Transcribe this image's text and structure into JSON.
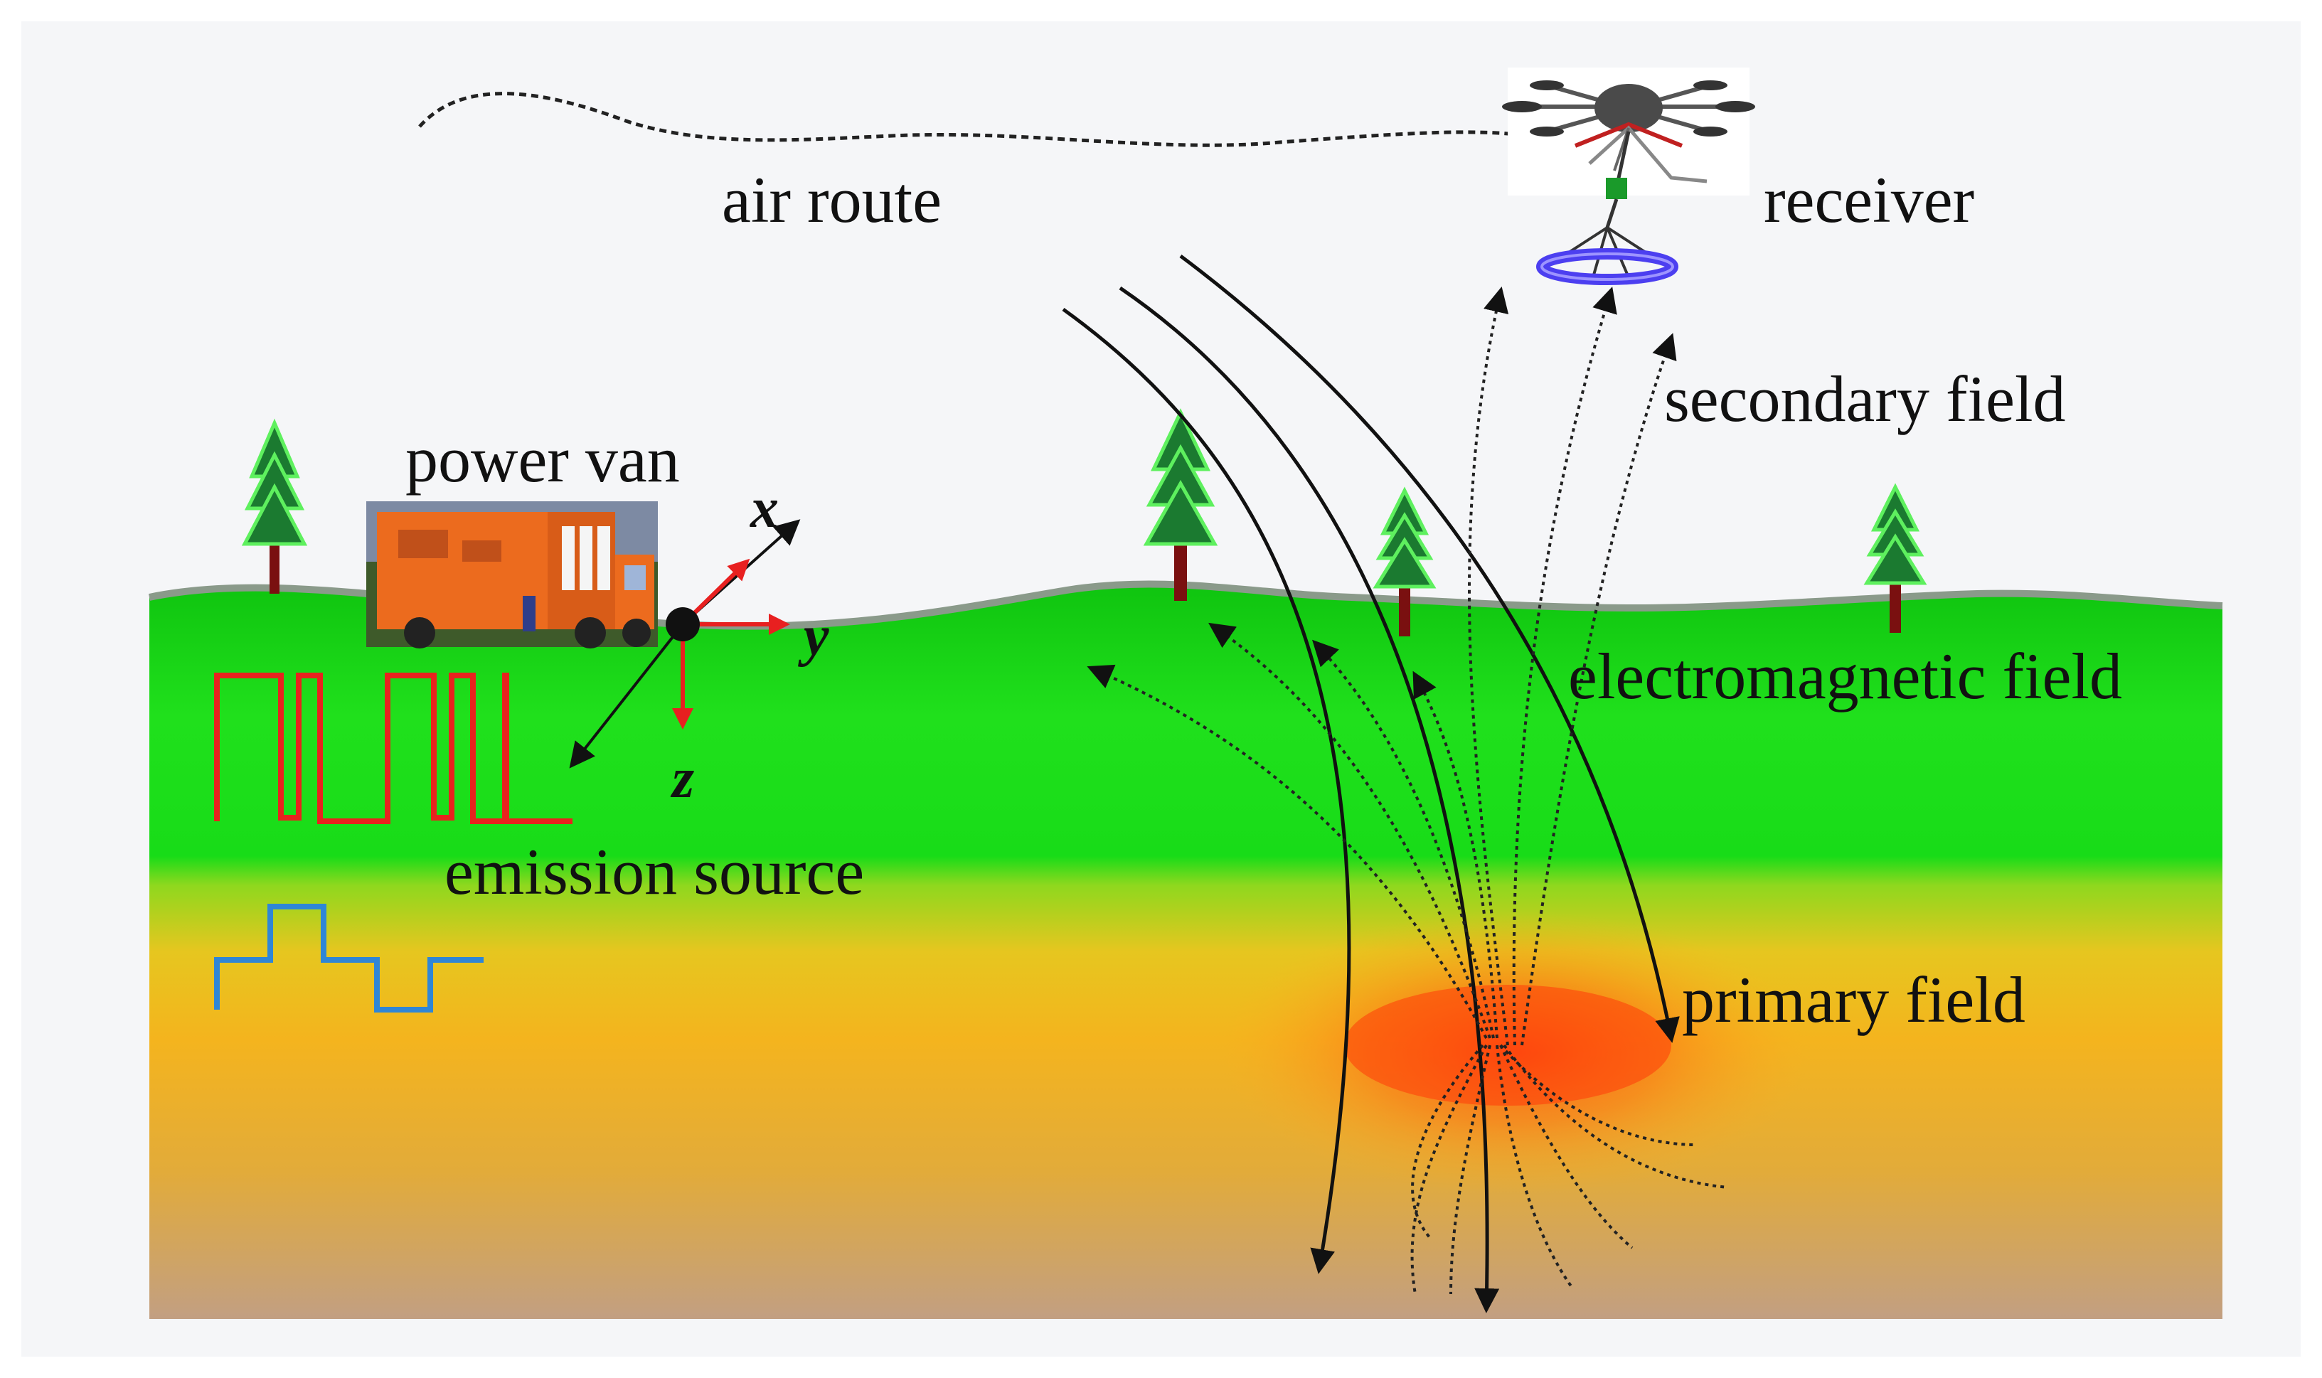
{
  "labels": {
    "air_route": "air route",
    "receiver": "receiver",
    "secondary_field": "secondary field",
    "power_van": "power van",
    "electromagnetic_field": "electromagnetic field",
    "emission_source": "emission source",
    "primary_field": "primary field"
  },
  "axes": {
    "x": "x",
    "y": "y",
    "z": "z"
  },
  "colors": {
    "sky": "#f5f6f8",
    "ground_top": "#10c810",
    "ground_mid": "#1ee01a",
    "soil_mid": "#f2b51e",
    "soil_bottom": "#c7a27f",
    "anomaly": "#ff4a10",
    "emission_waveform": "#e8231e",
    "response_waveform": "#2f86d6",
    "axis_arrow": "#e82020",
    "loop": "#4c3ff0",
    "van": "#ec6b1e"
  },
  "icons": [
    "tree-icon",
    "van-icon",
    "drone-icon",
    "receiver-loop-icon"
  ]
}
